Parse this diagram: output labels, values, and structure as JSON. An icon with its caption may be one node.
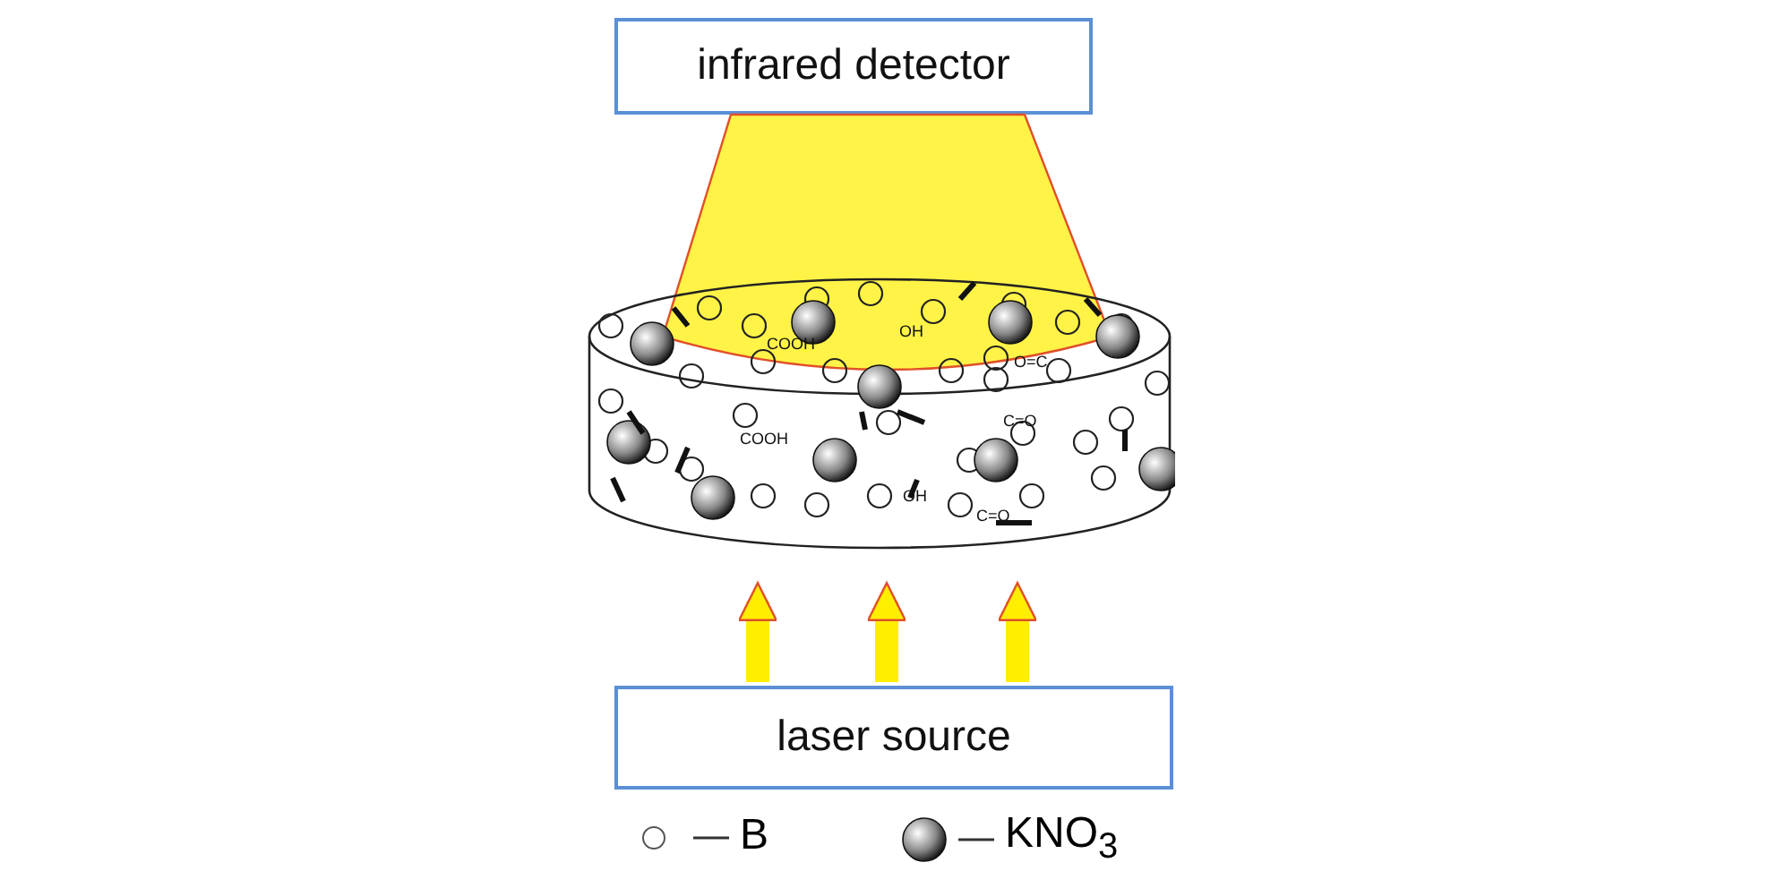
{
  "diagram": {
    "nodes": [
      {
        "text": [
          "infrared detector"
        ]
      },
      {
        "text": [
          "laser source"
        ]
      },
      {
        "text": [],
        "shape": "picture"
      }
    ],
    "edges": [
      {
        "from": 1,
        "to": 2,
        "arrow": "to"
      },
      {
        "from": 1,
        "to": 2,
        "arrow": "to"
      },
      {
        "from": 1,
        "to": 2,
        "arrow": "to"
      }
    ],
    "labels": [
      "COOH",
      "OH",
      "O=C",
      "COOH",
      "C=O",
      "OH",
      "C=O"
    ],
    "legend": [
      {
        "text": "B"
      },
      {
        "text": "KNO$_{3}$"
      }
    ]
  }
}
